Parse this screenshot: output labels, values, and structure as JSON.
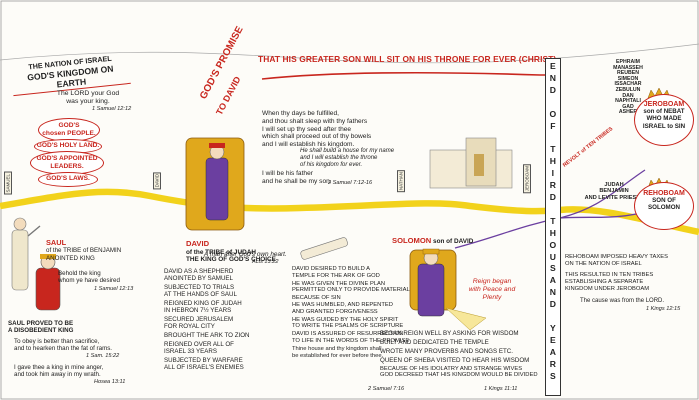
{
  "header": {
    "nation_title": "THE NATION OF ISRAEL",
    "kingdom_title": "GOD'S KINGDOM ON EARTH",
    "promise_title_1": "GOD'S PROMISE",
    "promise_title_2": "TO DAVID",
    "banner": "THAT HIS GREATER SON WILL SIT ON HIS THRONE FOR EVER (CHRIST)"
  },
  "intro": {
    "quote": "The LORD your God\nwas your king.",
    "ref": "1 Samuel 12:12",
    "bubble_1": "GOD'S\nchosen PEOPLE.",
    "bubble_2": "GOD'S HOLY LAND.",
    "bubble_3": "GOD'S APPOINTED\nLEADERS.",
    "bubble_4": "GOD'S LAWS."
  },
  "timeline": {
    "markers": [
      "SAMUEL",
      "DAVID",
      "NATHAN",
      "JEROBOAM"
    ]
  },
  "saul": {
    "name_red": "SAUL",
    "title": "of the TRIBE of BENJAMIN\nANOINTED KING",
    "quote": "Behold the king\nwhom ye have desired",
    "quote_ref": "1 Samuel 12:13",
    "proved": "SAUL PROVED TO BE\nA DISOBEDIENT KING",
    "obey": "To obey is better than sacrifice,\nand to hearken than the fat of rams.",
    "obey_ref": "1 Sam. 15:22",
    "gave": "I gave thee a king in mine anger,\nand took him away in my wrath.",
    "gave_ref": "Hosea 13:11"
  },
  "david": {
    "name_red": "DAVID",
    "title": "of the TRIBE of JUDAH\nTHE KING OF GOD'S CHOICE",
    "heart": "A man after God's own heart.",
    "heart_ref": "Acts 13:22",
    "facts": [
      "DAVID AS A SHEPHERD\nANOINTED BY SAMUEL",
      "SUBJECTED TO TRIALS\nAT THE HANDS OF SAUL",
      "REIGNED KING OF JUDAH\nIN HEBRON 7½ YEARS",
      "SECURED JERUSALEM\nFOR ROYAL CITY",
      "BROUGHT THE ARK TO ZION",
      "REIGNED OVER ALL OF\nISRAEL 33 YEARS",
      "SUBJECTED BY WARFARE\nALL OF ISRAEL'S ENEMIES"
    ],
    "temple_facts": [
      "DAVID DESIRED TO BUILD A\nTEMPLE FOR THE ARK OF GOD",
      "HE WAS GIVEN THE DIVINE PLAN\nPERMITTED ONLY TO PROVIDE MATERIAL",
      "BECAUSE OF SIN\nHE WAS HUMBLED, AND REPENTED\nAND GRANTED FORGIVENESS",
      "HE WAS GUIDED BY THE HOLY SPIRIT\nTO WRITE THE PSALMS OF SCRIPTURE",
      "DAVID IS ASSURED OF RESURRECTION\nTO LIFE IN THE WORDS OF THE PROMISE"
    ],
    "throne_quote": "Thine house and thy kingdom shall\nbe established for ever before thee.",
    "throne_ref": "2 Samuel 7:16"
  },
  "promise": {
    "lines": "When thy days be fulfilled,\nand thou shalt sleep with thy fathers\nI will set up thy seed after thee\nwhich shall proceed out of thy bowels\nand I will establish his kingdom.",
    "house": "He shall build a house for my name\nand I will establish the throne\nof his kingdom for ever.",
    "father": "I will be his father\nand he shall be my son.",
    "ref": "2 Samuel 7:12-16"
  },
  "solomon": {
    "name_red": "SOLOMON",
    "title": "son of DAVID",
    "peace": "Reign began\nwith Peace and\nPlenty",
    "facts": [
      "BEGAN REIGN WELL BY ASKING FOR WISDOM",
      "BUILT AND DEDICATED THE TEMPLE",
      "WROTE MANY PROVERBS AND SONGS ETC.",
      "QUEEN OF SHEBA VISITED TO HEAR HIS WISDOM",
      "BECAUSE OF HIS IDOLATRY AND STRANGE WIVES\nGOD DECREED THAT HIS KINGDOM WOULD BE DIVIDED"
    ],
    "ref": "1 Kings 11:11"
  },
  "end_band": "E\nN\nD\n\nO\nF\n\nT\nH\nI\nR\nD\n\nT\nH\nO\nU\nS\nA\nN\nD\n\nY\nE\nA\nR\nS",
  "division": {
    "tribes": "EPHRAIM\nMANASSEH\nREUBEN\nSIMEON\nISSACHAR\nZEBULUN\nDAN\nNAPHTALI\nGAD\nASHER",
    "revolt": "REVOLT of TEN TRIBES",
    "judah": "JUDAH\nBENJAMIN\nAND LEVITE PRIESTS",
    "jeroboam_red": "JEROBOAM",
    "jeroboam_rest": "son of NEBAT\nWHO MADE\nISRAEL to SIN",
    "rehoboam_red": "REHOBOAM",
    "rehoboam_rest": "SON OF\nSOLOMON",
    "summary": "REHOBOAM IMPOSED HEAVY TAXES\nON THE NATION OF ISRAEL",
    "summary_2": "THIS RESULTED IN TEN TRIBES\nESTABLISHING A SEPARATE\nKINGDOM UNDER JEROBOAM",
    "cause": "The cause was from the LORD.",
    "cause_ref": "1 Kings 12:15"
  },
  "colors": {
    "red": "#c8261e",
    "timeline_yellow": "#f2d21b",
    "purple": "#6b3fa0",
    "gold": "#e0a81c"
  }
}
